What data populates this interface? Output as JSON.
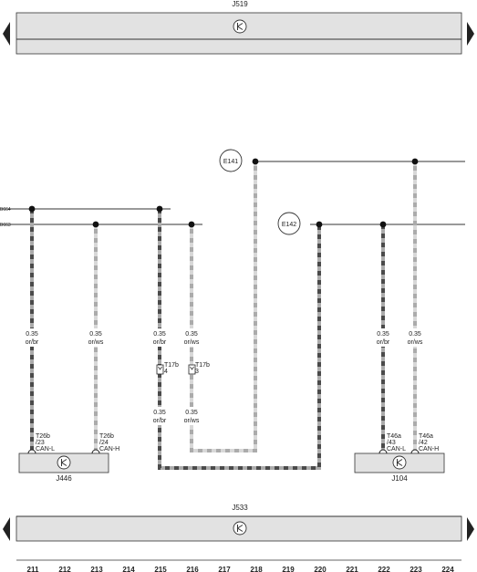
{
  "modules": {
    "top": "J519",
    "bottom": "J533",
    "left": "J446",
    "right": "J104"
  },
  "circles": {
    "e141": "E141",
    "e142": "E142"
  },
  "bus": {
    "upper": "B664",
    "lower": "B663"
  },
  "wires": [
    {
      "size": "0.35",
      "color": "or/br"
    },
    {
      "size": "0.35",
      "color": "or/ws"
    },
    {
      "size": "0.35",
      "color": "or/br"
    },
    {
      "size": "0.35",
      "color": "or/ws"
    },
    {
      "size": "0.35",
      "color": "or/br"
    },
    {
      "size": "0.35",
      "color": "or/ws"
    }
  ],
  "wires_lower": [
    {
      "size": "0.35",
      "color": "or/br"
    },
    {
      "size": "0.35",
      "color": "or/ws"
    }
  ],
  "connectors_mid": [
    {
      "name": "T17b",
      "pin": "4"
    },
    {
      "name": "T17b",
      "pin": "3"
    }
  ],
  "pins": [
    {
      "conn": "T26b",
      "pin": "/23",
      "signal": "CAN-L"
    },
    {
      "conn": "T26b",
      "pin": "/24",
      "signal": "CAN-H"
    },
    {
      "conn": "T46a",
      "pin": "/43",
      "signal": "CAN-L"
    },
    {
      "conn": "T46a",
      "pin": "/42",
      "signal": "CAN-H"
    }
  ],
  "columns": [
    "211",
    "212",
    "213",
    "214",
    "215",
    "216",
    "217",
    "218",
    "219",
    "220",
    "221",
    "222",
    "223",
    "224"
  ],
  "colors": {
    "orange_gray": "#a9a9a9",
    "dark": "#4a4a4a",
    "module_fill": "#e2e2e2"
  }
}
